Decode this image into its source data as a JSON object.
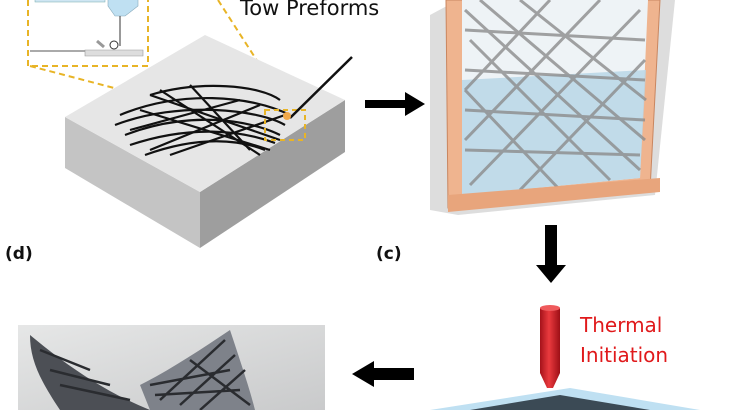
{
  "labels": {
    "d": "(d)",
    "c": "(c)"
  },
  "annotations": {
    "tow_preforms": "Tow Preforms",
    "thermal_line1": "Thermal",
    "thermal_line2": "Initiation"
  },
  "colors": {
    "dashed_guide": "#e8b426",
    "frame": "#efb48f",
    "resin": "#b9d6e6",
    "heater": "#d7232a",
    "annotation_red": "#e0191b",
    "arrow": "#000000"
  }
}
